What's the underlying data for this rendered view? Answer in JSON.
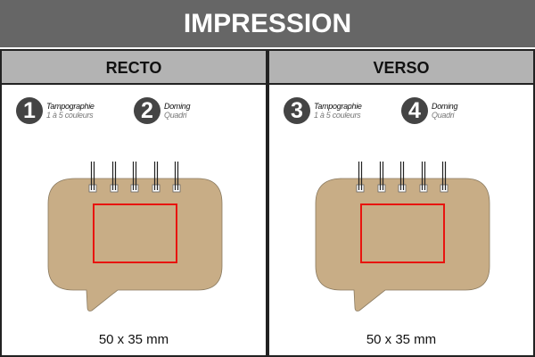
{
  "title": "IMPRESSION",
  "panels": [
    {
      "header": "RECTO",
      "options": [
        {
          "num": "1",
          "name": "Tampographie",
          "detail": "1 à 5 couleurs"
        },
        {
          "num": "2",
          "name": "Doming",
          "detail": "Quadri"
        }
      ],
      "dimension": "50 x 35 mm"
    },
    {
      "header": "VERSO",
      "options": [
        {
          "num": "3",
          "name": "Tampographie",
          "detail": "1 à 5 couleurs"
        },
        {
          "num": "4",
          "name": "Doming",
          "detail": "Quadri"
        }
      ],
      "dimension": "50 x 35 mm"
    }
  ],
  "colors": {
    "notebook": "#c8ad86",
    "print_area": "#e8140f",
    "title_bg": "#666666",
    "header_bg": "#b3b3b3"
  }
}
